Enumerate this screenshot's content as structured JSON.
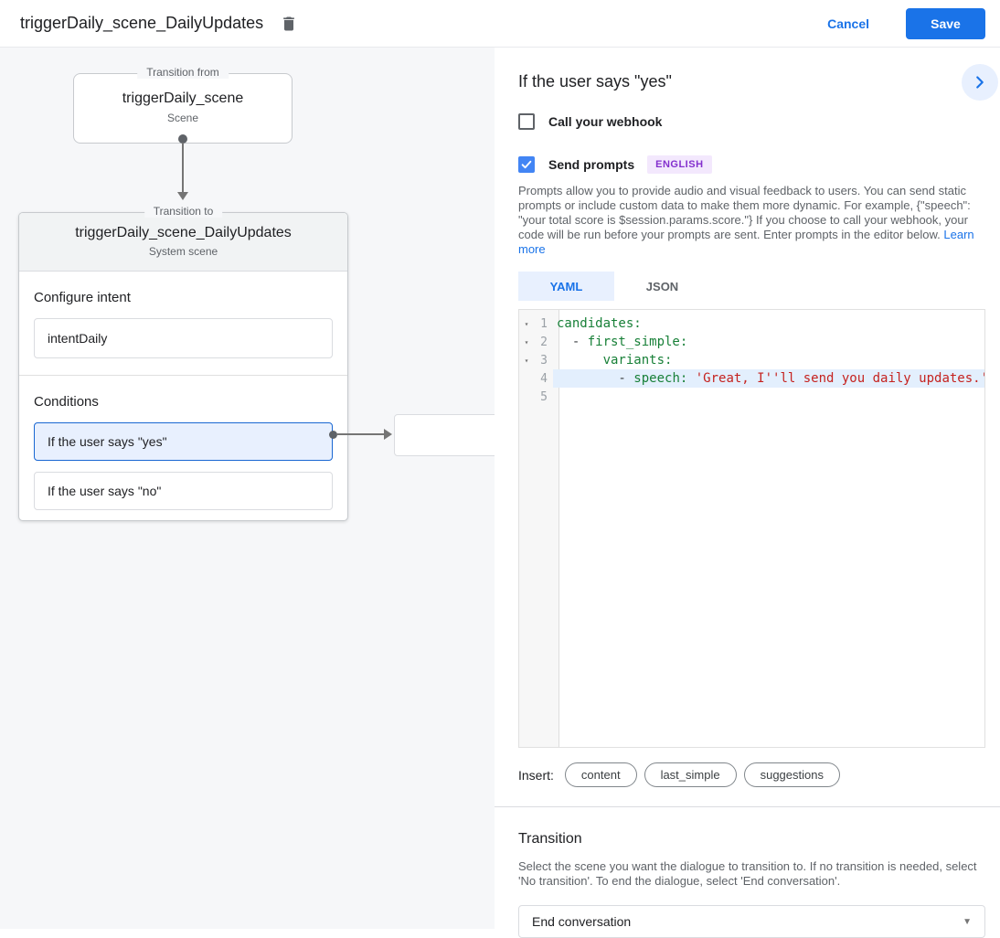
{
  "header": {
    "title": "triggerDaily_scene_DailyUpdates",
    "cancel_label": "Cancel",
    "save_label": "Save",
    "icons": {
      "delete": "trash-icon"
    }
  },
  "canvas": {
    "from_box": {
      "legend": "Transition from",
      "name": "triggerDaily_scene",
      "type": "Scene"
    },
    "to_card": {
      "legend": "Transition to",
      "name": "triggerDaily_scene_DailyUpdates",
      "type": "System scene",
      "intent_section": {
        "heading": "Configure intent",
        "intent_value": "intentDaily"
      },
      "conditions_section": {
        "heading": "Conditions",
        "conditions": [
          {
            "label": "If the user says \"yes\"",
            "selected": true
          },
          {
            "label": "If the user says \"no\"",
            "selected": false
          }
        ]
      }
    }
  },
  "editor_panel": {
    "title": "If the user says \"yes\"",
    "webhook_checkbox": {
      "label": "Call your webhook",
      "checked": false
    },
    "prompts_checkbox": {
      "label": "Send prompts",
      "checked": true,
      "badge": "ENGLISH"
    },
    "description": "Prompts allow you to provide audio and visual feedback to users. You can send static prompts or include custom data to make them more dynamic. For example, {\"speech\": \"your total score is $session.params.score.\"} If you choose to call your webhook, your code will be run before your prompts are sent. Enter prompts in the editor below.",
    "learn_more_label": "Learn more",
    "tabs": [
      {
        "label": "YAML",
        "active": true
      },
      {
        "label": "JSON",
        "active": false
      }
    ],
    "code": {
      "language": "yaml",
      "active_line": 4,
      "lines": [
        {
          "num": "1",
          "segments": [
            {
              "type": "key",
              "text": "candidates:"
            }
          ]
        },
        {
          "num": "2",
          "segments": [
            {
              "type": "plain",
              "text": "  - "
            },
            {
              "type": "key",
              "text": "first_simple:"
            }
          ]
        },
        {
          "num": "3",
          "segments": [
            {
              "type": "plain",
              "text": "      "
            },
            {
              "type": "key",
              "text": "variants:"
            }
          ]
        },
        {
          "num": "4",
          "segments": [
            {
              "type": "plain",
              "text": "        - "
            },
            {
              "type": "key",
              "text": "speech: "
            },
            {
              "type": "string",
              "text": "'Great, I''ll send you daily updates.'"
            }
          ]
        },
        {
          "num": "5",
          "segments": []
        }
      ]
    },
    "insert": {
      "label": "Insert:",
      "chips": [
        "content",
        "last_simple",
        "suggestions"
      ]
    }
  },
  "transition_section": {
    "heading": "Transition",
    "description": "Select the scene you want the dialogue to transition to. If no transition is needed, select 'No transition'. To end the dialogue, select 'End conversation'.",
    "select_value": "End conversation"
  },
  "colors": {
    "accent_blue": "#1a73e8",
    "checkbox_blue": "#4285f4",
    "selected_condition_bg": "#e8f0fe",
    "badge_purple": "#8430ce",
    "code_key_green": "#188038",
    "code_string_red": "#c5221f",
    "canvas_bg": "#f6f7f9"
  }
}
